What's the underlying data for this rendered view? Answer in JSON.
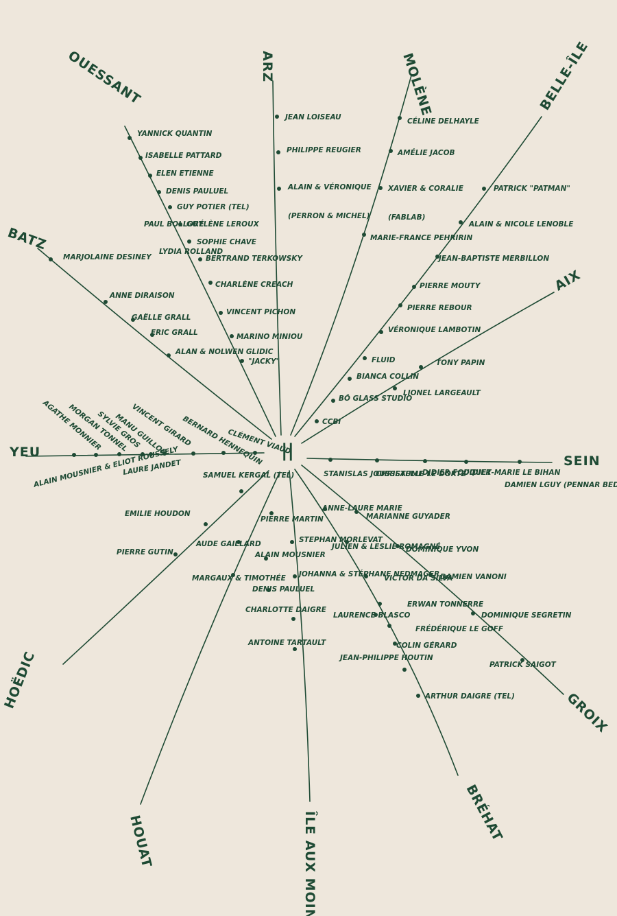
{
  "spokes": [
    {
      "island": "OUESSANT",
      "people": [
        "YANNICK QUANTIN",
        "ISABELLE PATTARD",
        "ELEN ETIENNE",
        "DENIS PAULUEL",
        "GUY POTIER (TEL)",
        "GUYLÈNE LEROUX",
        "SOPHIE CHAVE",
        "BERTRAND TERKOWSKY",
        "CHARLÈNE CREACH",
        "VINCENT PICHON",
        "MARINO MINIOU",
        "\"JACKY\""
      ]
    },
    {
      "island": "ARZ",
      "people": [
        "JEAN LOISEAU",
        "PHILIPPE REUGIER",
        "ALAIN & VÉRONIQUE",
        "(PERRON & MICHEL)"
      ]
    },
    {
      "island": "MOLÈNE",
      "people": [
        "CÉLINE DELHAYLE",
        "AMÉLIE JACOB",
        "XAVIER & CORALIE",
        "(FABLAB)",
        "MARIE-FRANCE PEHRIRIN"
      ]
    },
    {
      "island": "BELLE-ÎLE",
      "people": [
        "PATRICK \"PATMAN\"",
        "ALAIN & NICOLE LENOBLE",
        "JEAN-BAPTISTE MERBILLON",
        "PIERRE MOUTY",
        "PIERRE REBOUR",
        "VÉRONIQUE LAMBOTIN",
        "FLUID",
        "BIANCA COLLIN",
        "BÔ GLASS STUDIO",
        "CCBI"
      ]
    },
    {
      "island": "AIX",
      "people": [
        "TONY PAPIN",
        "LIONEL LARGEAULT"
      ]
    },
    {
      "island": "SEIN",
      "people": [
        "STANISLAS JOUSSEAUME",
        "CHRISTELLE LE DORTZ",
        "DIDIER FOUQUET",
        "DIDIER-MARIE LE BIHAN",
        "DAMIEN LGUY (PENNAR BED)"
      ]
    },
    {
      "island": "GROIX",
      "people": [
        "MARIANNE GUYADER",
        "DOMINIQUE YVON",
        "DAMIEN VANONI",
        "DOMINIQUE SEGRETIN",
        "PATRICK SAIGOT"
      ]
    },
    {
      "island": "BRÉHAT",
      "people": [
        "ANNE-LAURE MARIE",
        "JULIEN & LESLIE ROMAGNÉ",
        "VICTOR DA SILVA",
        "ERWAN TONNERRE",
        "FRÉDÉRIQUE LE GOFF",
        "LAURENCE BLASCO",
        "COLIN GÉRARD",
        "JEAN-PHILIPPE HOUTIN",
        "ARTHUR DAIGRE (TEL)"
      ]
    },
    {
      "island": "ÎLE AUX MOINES",
      "people": [
        "STEPHAN MORLEVAT",
        "JOHANNA & STÉPHANE NEDMAGER",
        "CHARLOTTE DAIGRE",
        "ANTOINE TARTAULT"
      ]
    },
    {
      "island": "HOUAT",
      "people": [
        "PIERRE MARTIN",
        "ALAIN MOUSNIER",
        "DENIS PAULUEL",
        "AUDE GAILLARD",
        "MARGAUX & TIMOTHÉE"
      ]
    },
    {
      "island": "HOËDIC",
      "people": [
        "SAMUEL KERGAL (TEL)",
        "EMILIE HOUDON",
        "PIERRE GUTIN"
      ]
    },
    {
      "island": "YEU",
      "people": [
        "CLÉMENT VIAUD",
        "BERNARD HENNEQUIN",
        "VINCENT GIRARD",
        "MANU GUILLON",
        "SYLVIE GROS",
        "MORGAN TONNEL",
        "AGATHE MONNIER",
        "LAURE JANDET",
        "ALAIN MOUSNIER & ELIOT ROUSSELY"
      ]
    },
    {
      "island": "BATZ",
      "people": [
        "MARJOLAINE DESINEY",
        "ANNE DIRAISON",
        "GAËLLE GRALL",
        "ERIC GRALL",
        "ALAN & NOLWEN GLIDIC",
        "PAUL BOLLORÉ",
        "LYDIA ROLLAND"
      ]
    }
  ],
  "center_mark": "||"
}
